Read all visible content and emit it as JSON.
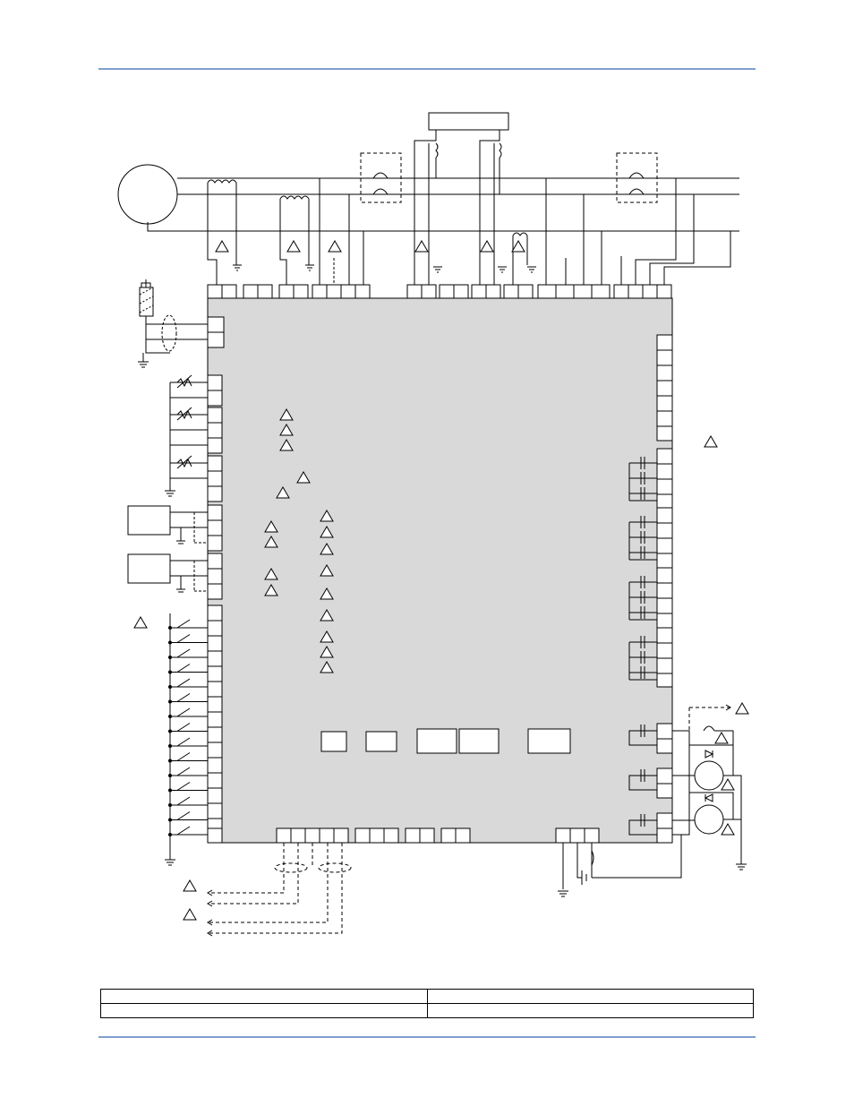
{
  "page": {
    "rule_color": "#7f9fcf",
    "line_color": "#000000",
    "panel_color": "#d9d9d9"
  },
  "diagram": {
    "components": [
      "generator",
      "voltage-transformer",
      "current-transformer",
      "fuse",
      "controller-panel",
      "rtd-sensor",
      "transducer",
      "contact-input",
      "output-contact",
      "motor",
      "diode",
      "battery",
      "ground-icon",
      "note-triangle-icon"
    ]
  },
  "legend_table": {
    "rows": [
      [
        "",
        ""
      ],
      [
        "",
        ""
      ]
    ]
  }
}
